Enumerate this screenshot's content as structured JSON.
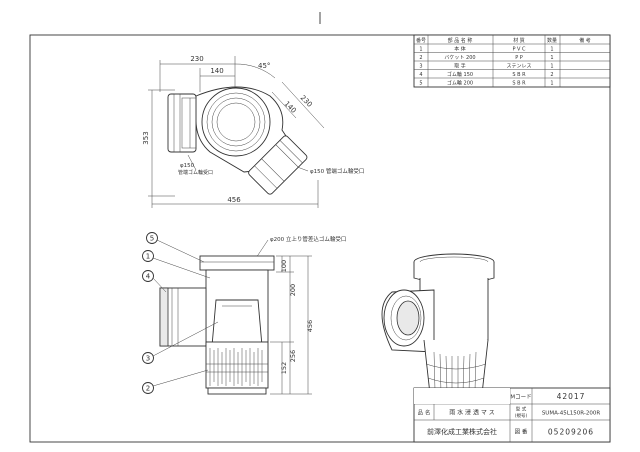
{
  "parts_table": {
    "headers": [
      "番号",
      "部 品 名 称",
      "材 質",
      "数量",
      "備 考"
    ],
    "rows": [
      [
        "1",
        "本 体",
        "P V C",
        "1",
        ""
      ],
      [
        "2",
        "バケット 200",
        "P P",
        "1",
        ""
      ],
      [
        "3",
        "取 手",
        "ステンレス",
        "1",
        ""
      ],
      [
        "4",
        "ゴム輪 150",
        "S B R",
        "2",
        ""
      ],
      [
        "5",
        "ゴム輪 200",
        "S B R",
        "1",
        ""
      ]
    ]
  },
  "top_view": {
    "dim_230_top": "230",
    "dim_140_top": "140",
    "angle": "45°",
    "dim_140_diag": "140",
    "dim_230_diag": "230",
    "dim_353": "353",
    "dim_456": "456",
    "label_left_1": "φ150",
    "label_left_2": "管端ゴム輪受口",
    "label_right": "φ150 管端ゴム輪受口"
  },
  "front_view": {
    "top_label": "φ200 立上り管差込ゴム輪受口",
    "dim_100": "100",
    "dim_200": "200",
    "dim_456": "456",
    "dim_152": "152",
    "dim_256": "256",
    "balloons": [
      "5",
      "1",
      "4",
      "3",
      "2"
    ]
  },
  "title_block": {
    "mcode_label": "Mコード",
    "mcode_value": "42017",
    "name_label": "品 名",
    "name_value": "雨 水 浸 透 マ ス",
    "model_label_1": "型 式",
    "model_label_2": "(規号)",
    "model_value": "SUMA-45L150R-200R",
    "company": "前澤化成工業株式会社",
    "drawing_label": "図 番",
    "drawing_value": "05209206"
  }
}
